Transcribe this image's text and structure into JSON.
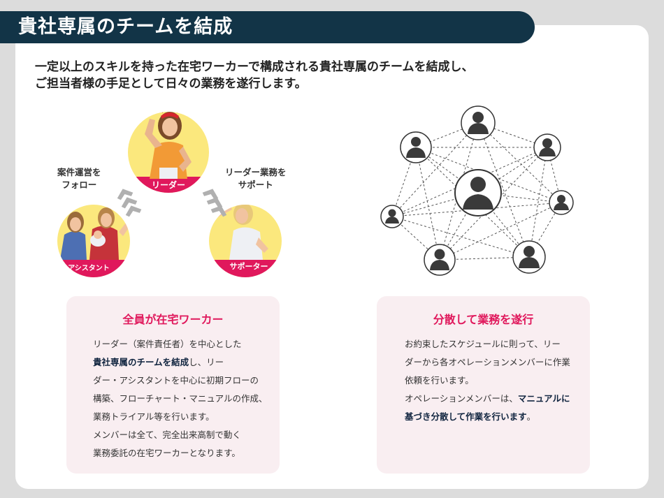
{
  "header": {
    "title": "貴社専属のチームを結成"
  },
  "lead": {
    "line1": "一定以上のスキルを持った在宅ワーカーで構成される貴社専属のチームを結成し、",
    "line2": "ご担当者様の手足として日々の業務を遂行します。"
  },
  "team": {
    "leader_badge": "リーダー",
    "assistant_badge": "アシスタント",
    "supporter_badge": "サポーター",
    "follow_label_1": "案件運営を",
    "follow_label_2": "フォロー",
    "support_label_1": "リーダー業務を",
    "support_label_2": "サポート"
  },
  "panel_left": {
    "title": "全員が在宅ワーカー",
    "l1": "リーダー（案件責任者）を中心とした",
    "l2_em": "貴社専属のチームを結成",
    "l2_rest": "し、リー",
    "l3": "ダー・アシスタントを中心に初期フローの",
    "l4": "構築、フローチャート・マニュアルの作成、",
    "l5": "業務トライアル等を行います。",
    "l6": "メンバーは全て、完全出来高制で動く",
    "l7": "業務委託の在宅ワーカーとなります。"
  },
  "panel_right": {
    "title": "分散して業務を遂行",
    "l1": "お約束したスケジュールに則って、リー",
    "l2": "ダーから各オペレーションメンバーに作業",
    "l3": "依頼を行います。",
    "l4_rest": "オペレーションメンバーは、",
    "l4_em": "マニュアルに",
    "l5_em": "基づき分散して作業を行います",
    "l5_rest": "。"
  },
  "colors": {
    "navy": "#123447",
    "accent_pink": "#e0185c",
    "circle_yellow": "#fbe87d",
    "panel_bg": "#f9eef1",
    "avatar_dark": "#3a3a3a"
  }
}
